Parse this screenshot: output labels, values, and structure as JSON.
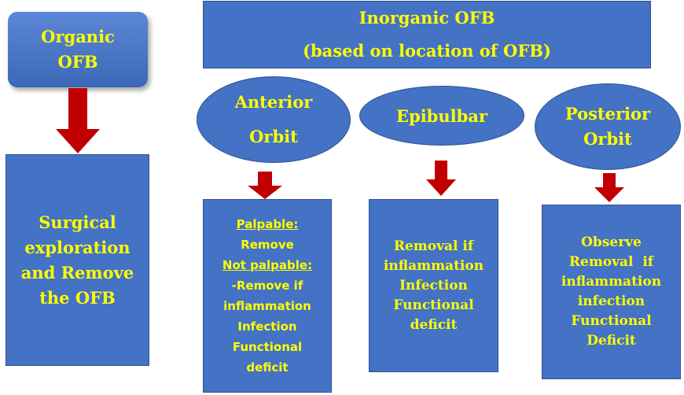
{
  "organic": {
    "line1": "Organic",
    "line2": "OFB"
  },
  "inorganic": {
    "line1": "Inorganic OFB",
    "line2": "(based on location of OFB)"
  },
  "locations": {
    "anterior": {
      "line1": "Anterior",
      "line2": "Orbit"
    },
    "epibulbar": {
      "label": "Epibulbar"
    },
    "posterior": {
      "line1": "Posterior",
      "line2": "Orbit"
    }
  },
  "surgical": {
    "lines": [
      "Surgical",
      "exploration",
      "and Remove",
      "the OFB"
    ]
  },
  "anterior_box": {
    "palpable_heading": "Palpable:",
    "palpable_action": "Remove",
    "not_palpable_heading": "Not palpable:",
    "lines": [
      "-Remove if",
      "inflammation",
      "Infection",
      "Functional",
      "deficit"
    ]
  },
  "epibulbar_box": {
    "lines": [
      "Removal if",
      "inflammation",
      "Infection",
      "Functional",
      "deficit"
    ]
  },
  "posterior_box": {
    "lines": [
      "Observe",
      "Removal  if",
      "inflammation",
      "infection",
      "Functional",
      "Deficit"
    ]
  },
  "colors": {
    "box_fill": "#4472c4",
    "box_text": "#ffff00",
    "arrow": "#c00000"
  }
}
